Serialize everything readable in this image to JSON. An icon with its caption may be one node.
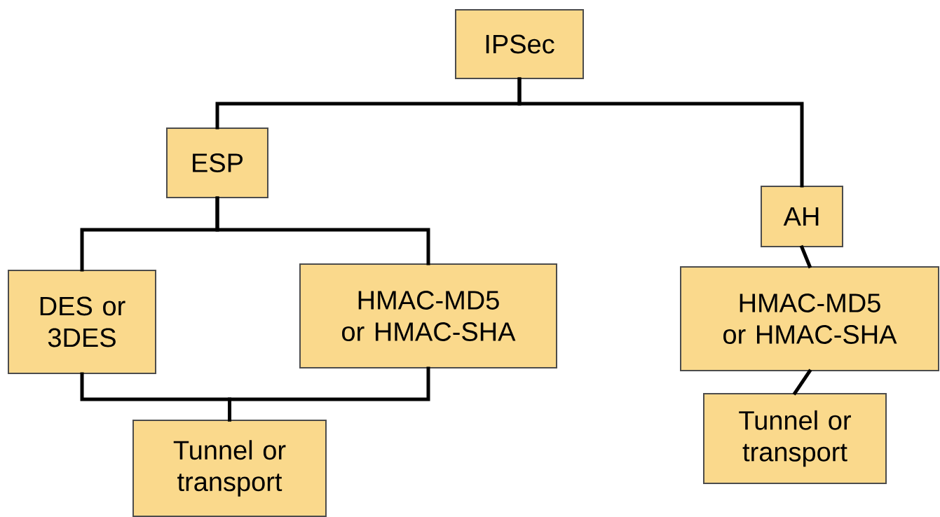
{
  "diagram": {
    "nodes": [
      {
        "text": [
          "IPSec"
        ]
      },
      {
        "text": [
          "ESP"
        ]
      },
      {
        "text": [
          "AH"
        ]
      },
      {
        "text": [
          "DES or 3DES"
        ]
      },
      {
        "text": [
          "HMAC-MD5 or HMAC-SHA"
        ]
      },
      {
        "text": [
          "HMAC-MD5 or HMAC-SHA"
        ]
      },
      {
        "text": [
          "Tunnel or transport"
        ]
      },
      {
        "text": [
          "Tunnel or transport"
        ]
      }
    ],
    "edges": [
      {
        "from": 0,
        "to": 1,
        "arrow": "none"
      },
      {
        "from": 0,
        "to": 2,
        "arrow": "none"
      },
      {
        "from": 1,
        "to": 3,
        "arrow": "none"
      },
      {
        "from": 1,
        "to": 4,
        "arrow": "none"
      },
      {
        "from": 2,
        "to": 5,
        "arrow": "none"
      },
      {
        "from": 3,
        "to": 6,
        "arrow": "none"
      },
      {
        "from": 4,
        "to": 6,
        "arrow": "none"
      },
      {
        "from": 5,
        "to": 7,
        "arrow": "none"
      }
    ]
  }
}
